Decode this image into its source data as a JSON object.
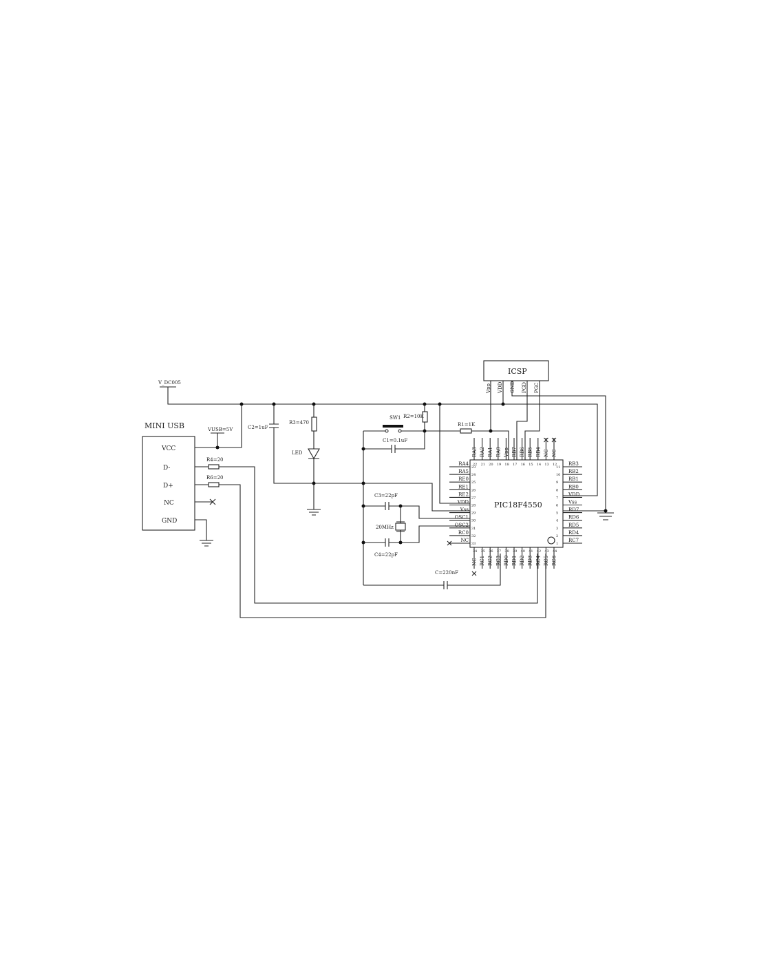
{
  "labels": {
    "v_dc": "V_DC005",
    "mini_usb": "MINI USB",
    "vusb": "VUSB=5V",
    "usb_pins": [
      "VCC",
      "D-",
      "D+",
      "NC",
      "GND"
    ],
    "r4": "R4=20",
    "r6": "R6=20",
    "c2": "C2=1uF",
    "r3": "R3=470",
    "led": "LED",
    "sw1": "SW1",
    "r2": "R2=10K",
    "c1": "C1=0.1uF",
    "r1": "R1=1K",
    "c3": "C3=22pF",
    "c4": "C4=22pF",
    "crystal": "20MHz",
    "c220": "C=220nF",
    "icsp": "ICSP",
    "icsp_pins": [
      "Vpp",
      "VDD",
      "GND",
      "PGD",
      "PGC"
    ],
    "chip": "PIC18F4550"
  },
  "chip_pins": {
    "top": [
      {
        "name": "RA3",
        "num": "22"
      },
      {
        "name": "RA2",
        "num": "21"
      },
      {
        "name": "RA1",
        "num": "20"
      },
      {
        "name": "RA0",
        "num": "19"
      },
      {
        "name": "Vpp",
        "num": "18"
      },
      {
        "name": "RB7",
        "num": "17"
      },
      {
        "name": "RB6",
        "num": "16"
      },
      {
        "name": "RB5",
        "num": "15"
      },
      {
        "name": "RB4",
        "num": "14"
      },
      {
        "name": "NC",
        "num": "13"
      },
      {
        "name": "NC",
        "num": "12"
      }
    ],
    "left": [
      {
        "name": "RA4",
        "num": "23"
      },
      {
        "name": "RA5",
        "num": "24"
      },
      {
        "name": "RE0",
        "num": "25"
      },
      {
        "name": "RE1",
        "num": "26"
      },
      {
        "name": "RE2",
        "num": "27"
      },
      {
        "name": "VDD",
        "num": "28"
      },
      {
        "name": "Vss",
        "num": "29"
      },
      {
        "name": "OSC1",
        "num": "30"
      },
      {
        "name": "OSC2",
        "num": "31"
      },
      {
        "name": "RC0",
        "num": "32"
      },
      {
        "name": "NC",
        "num": "33"
      }
    ],
    "right": [
      {
        "name": "RB3",
        "num": "11"
      },
      {
        "name": "RB2",
        "num": "10"
      },
      {
        "name": "RB1",
        "num": "9"
      },
      {
        "name": "RB0",
        "num": "8"
      },
      {
        "name": "VDD",
        "num": "7"
      },
      {
        "name": "Vss",
        "num": "6"
      },
      {
        "name": "RD7",
        "num": "5"
      },
      {
        "name": "RD6",
        "num": "4"
      },
      {
        "name": "RD5",
        "num": "3"
      },
      {
        "name": "RD4",
        "num": "2"
      },
      {
        "name": "RC7",
        "num": "1"
      }
    ],
    "bottom": [
      {
        "name": "NC",
        "num": "34"
      },
      {
        "name": "RC1",
        "num": "35"
      },
      {
        "name": "RC2",
        "num": "36"
      },
      {
        "name": "RC3",
        "num": "37"
      },
      {
        "name": "RD0",
        "num": "38"
      },
      {
        "name": "RD1",
        "num": "39"
      },
      {
        "name": "RD2",
        "num": "40"
      },
      {
        "name": "RD3",
        "num": "41"
      },
      {
        "name": "RC4",
        "num": "42"
      },
      {
        "name": "RC5",
        "num": "43"
      },
      {
        "name": "RC6",
        "num": "44"
      }
    ]
  }
}
